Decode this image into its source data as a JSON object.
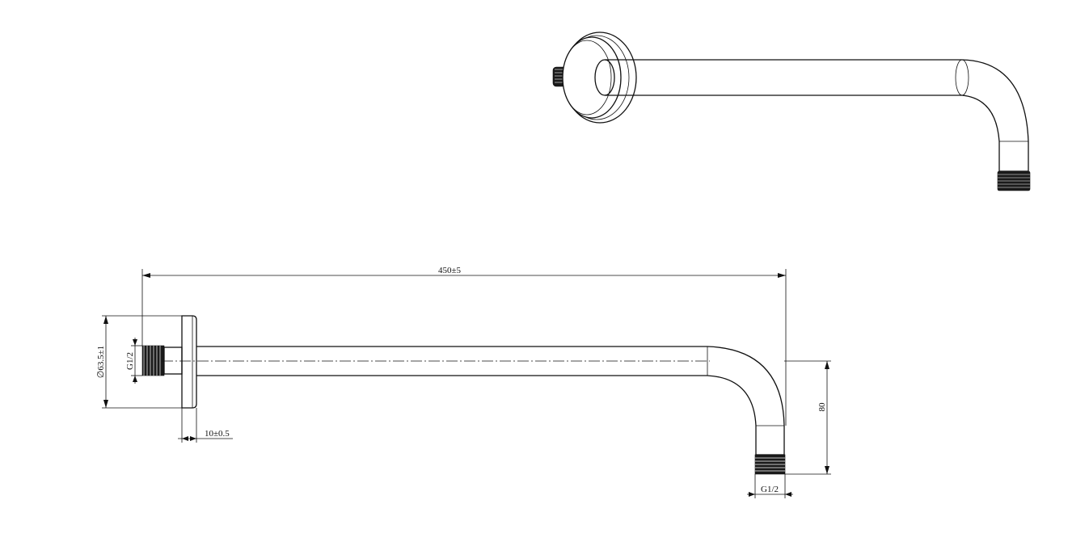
{
  "drawing": {
    "dimensions": {
      "overall_length": "450±5",
      "flange_diameter": "∅63.5±1",
      "inlet_thread": "G1/2",
      "flange_thickness": "10±0.5",
      "drop_height": "80",
      "outlet_thread": "G1/2"
    }
  }
}
